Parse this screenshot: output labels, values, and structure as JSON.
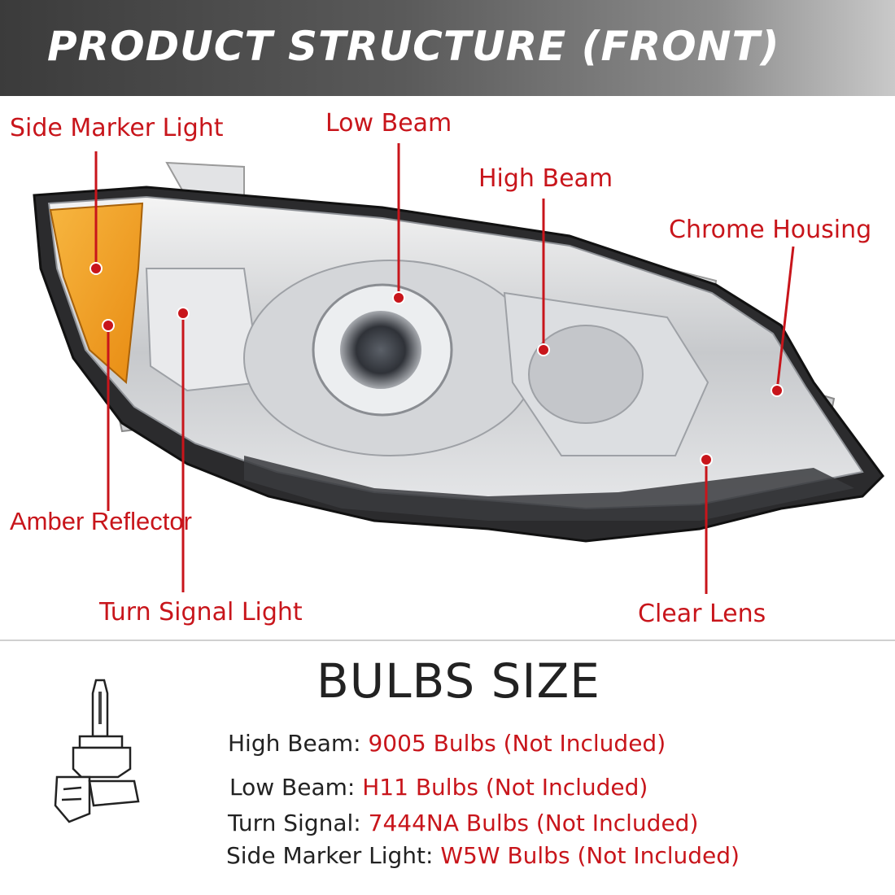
{
  "header": {
    "title": "PRODUCT STRUCTURE (FRONT)"
  },
  "callouts": {
    "side_marker": "Side Marker Light",
    "low_beam": "Low Beam",
    "high_beam": "High Beam",
    "chrome_housing": "Chrome Housing",
    "amber_reflector": "Amber Reflector",
    "turn_signal": "Turn Signal Light",
    "clear_lens": "Clear Lens"
  },
  "bulbs": {
    "title": "BULBS SIZE",
    "specs": [
      {
        "label": "High Beam:",
        "value": "9005 Bulbs (Not Included)"
      },
      {
        "label": "Low Beam:",
        "value": "H11 Bulbs (Not Included)"
      },
      {
        "label": "Turn Signal:",
        "value": "7444NA Bulbs (Not Included)"
      },
      {
        "label": "Side Marker Light:",
        "value": "W5W Bulbs (Not Included)"
      }
    ]
  },
  "colors": {
    "accent": "#c8151b",
    "amber": "#f0a020",
    "banner": "#4a4a4a"
  }
}
